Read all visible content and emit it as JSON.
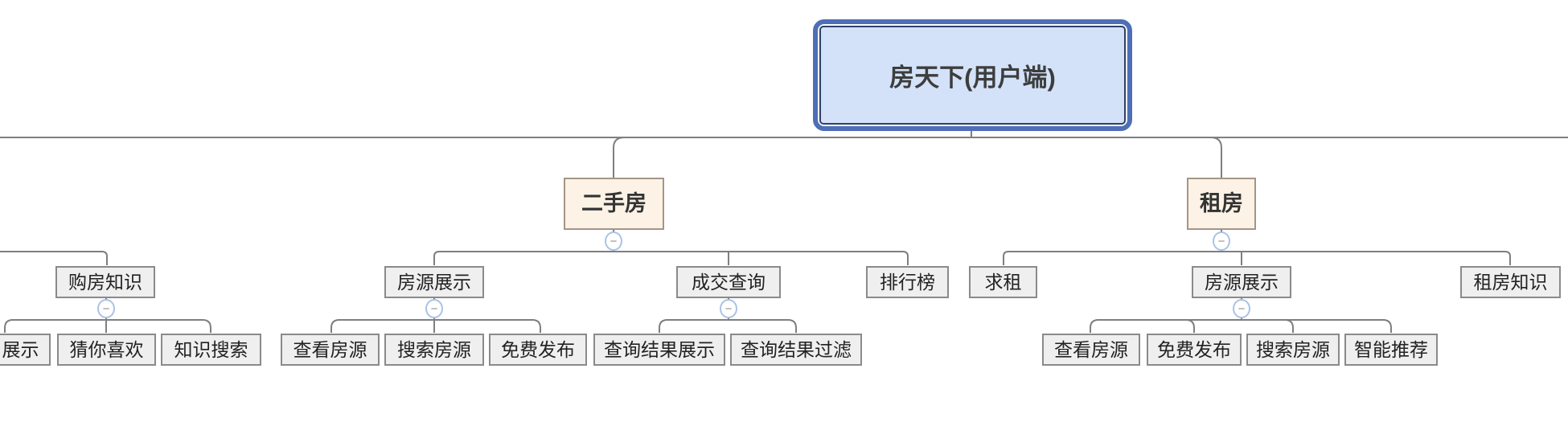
{
  "ui": {
    "collapse_glyph": "−"
  },
  "colors": {
    "connector_line": "#7f7f7f",
    "root_border_outer": "#4e6fb7",
    "root_border_inner": "#2e4166",
    "root_fill": "#d3e2f8",
    "branch_fill": "#fcf2e6",
    "branch_border": "#a59585",
    "node_fill": "#efefef",
    "node_border": "#8a8a8a",
    "collapse_button_border": "#a9c3e6",
    "text": "#222222"
  },
  "tree": {
    "root": {
      "label": "房天下(用户端)"
    },
    "offscreen_group": {
      "parent": {
        "label": "购房知识",
        "collapsed": false
      },
      "children": [
        {
          "label": "展示",
          "partial": true
        },
        {
          "label": "猜你喜欢"
        },
        {
          "label": "知识搜索"
        }
      ]
    },
    "branches": [
      {
        "label": "二手房",
        "collapsed": false,
        "children": [
          {
            "label": "房源展示",
            "collapsed": false,
            "children": [
              {
                "label": "查看房源"
              },
              {
                "label": "搜索房源"
              },
              {
                "label": "免费发布"
              }
            ]
          },
          {
            "label": "成交查询",
            "collapsed": false,
            "children": [
              {
                "label": "查询结果展示"
              },
              {
                "label": "查询结果过滤"
              }
            ]
          },
          {
            "label": "排行榜"
          }
        ]
      },
      {
        "label": "租房",
        "collapsed": false,
        "children": [
          {
            "label": "求租"
          },
          {
            "label": "房源展示",
            "collapsed": false,
            "children": [
              {
                "label": "查看房源"
              },
              {
                "label": "免费发布"
              },
              {
                "label": "搜索房源"
              },
              {
                "label": "智能推荐"
              }
            ]
          },
          {
            "label": "租房知识"
          }
        ]
      }
    ]
  }
}
